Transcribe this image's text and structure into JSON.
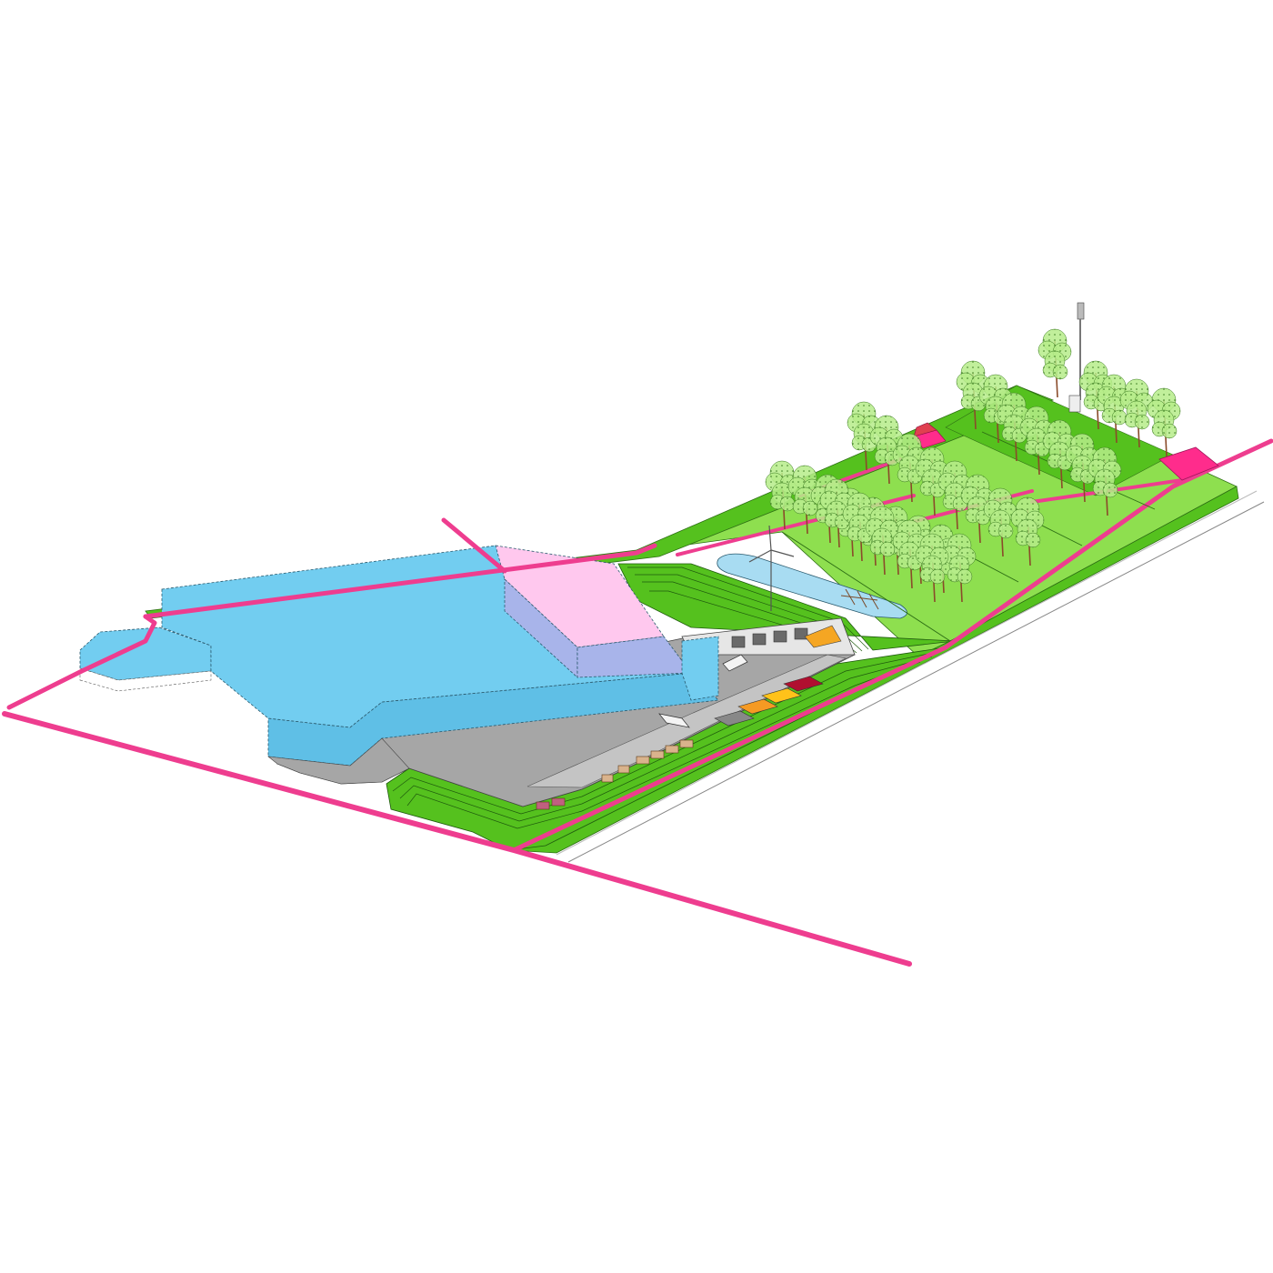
{
  "diagram": {
    "type": "isometric site plan",
    "colors": {
      "background": "#ffffff",
      "building": "#72cdf0",
      "building_side": "#5fbfe6",
      "building_edge": "#2a5a6e",
      "roof_highlight": "#ffc8ee",
      "roof_highlight_side": "#a8b4ea",
      "path": "#ee3d8f",
      "grass_dark": "#55c11e",
      "grass_light": "#8edf4f",
      "yard": "#a6a6a6",
      "yard_light": "#c4c4c4",
      "pond": "#a8dcf2",
      "tree_canopy": "#b6ec8a",
      "tree_trunk": "#8a4b2a",
      "plaza": "#ff2c8c"
    },
    "elements": [
      "main-building",
      "roof-pink-block",
      "service-yard",
      "green-strip",
      "orchard-field",
      "pond",
      "wind-turbine",
      "tree-rows",
      "pink-pathways",
      "mast",
      "small-shed"
    ]
  }
}
